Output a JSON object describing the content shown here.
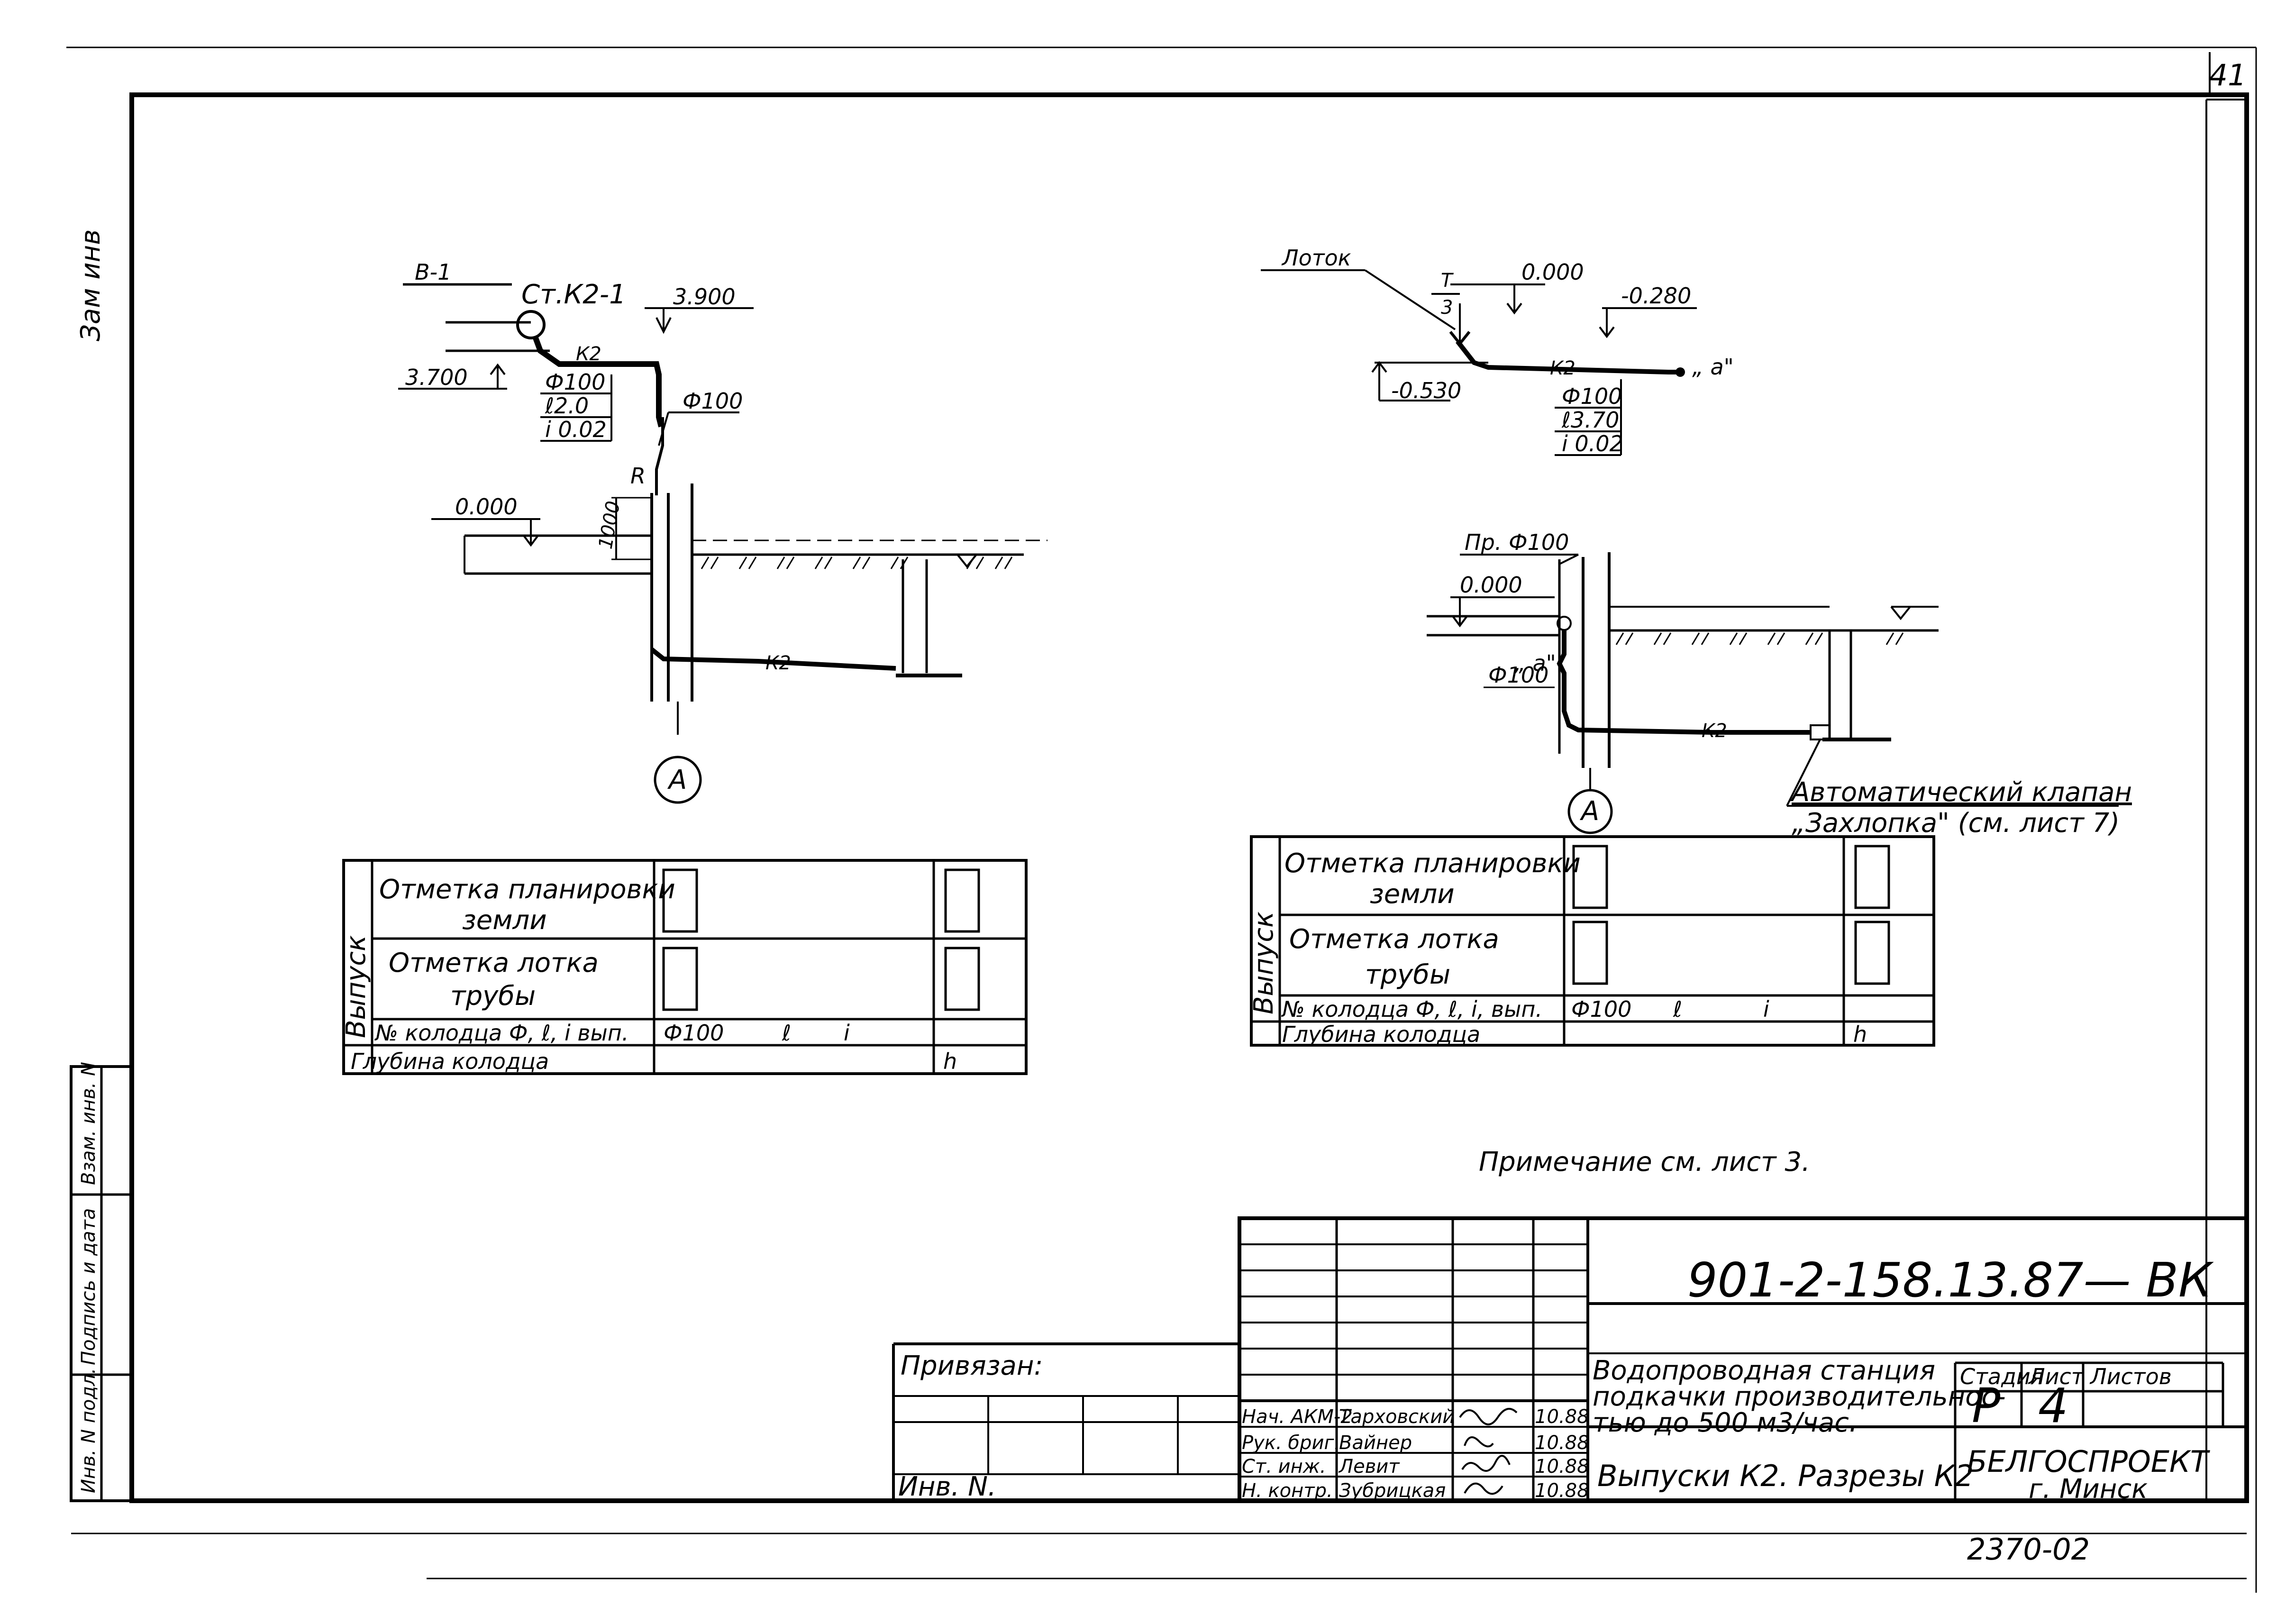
{
  "sheet": {
    "sheet_number": "41",
    "margin_note": "Зам инв"
  },
  "left_diagram": {
    "ref_line": "В-1",
    "riser_label": "Ст.К2-1",
    "elev_top": "3.900",
    "elev_bottom": "3.700",
    "pipe_code_k2_top": "К2",
    "spec_diameter": "Ф100",
    "spec_length": "ℓ2.0",
    "spec_slope": "i 0.02",
    "vertical_diameter": "Ф100",
    "revision_label": "R",
    "ground_elev": "0.000",
    "offset_dim": "1000",
    "pipe_code_k2_bottom": "К2",
    "axis_mark": "А"
  },
  "right_diagram": {
    "tray_label": "Лоток",
    "fraction_top": "Т",
    "fraction_bottom": "3",
    "elev_zero": "0.000",
    "elev_minus_280": "-0.280",
    "elev_minus_530": "-0.530",
    "pipe_code_k2": "К2",
    "point_a_label": "„ а\"",
    "spec_diameter": "Ф100",
    "spec_length": "ℓ3.70",
    "spec_slope": "i 0.02",
    "pr_diameter": "Пр. Ф100",
    "ground_elev": "0.000",
    "point_a_lower": "„ а\"",
    "lower_diameter": "Ф100",
    "pipe_code_k2_lower": "К2",
    "valve_note_line1": "Автоматический клапан",
    "valve_note_line2": "„Захлопка\" (см. лист 7)",
    "axis_mark": "А"
  },
  "left_table": {
    "side_label": "Выпуск",
    "row1_line1": "Отметка планировки",
    "row1_line2": "земли",
    "row2_line1": "Отметка лотка",
    "row2_line2": "трубы",
    "row3": "№ колодца Ф, ℓ, i вып.",
    "row3_d": "Ф100",
    "row3_l": "ℓ",
    "row3_i": "i",
    "row4": "Глубина колодца",
    "row4_h": "h"
  },
  "right_table": {
    "side_label": "Выпуск",
    "row1_line1": "Отметка планировки",
    "row1_line2": "земли",
    "row2_line1": "Отметка лотка",
    "row2_line2": "трубы",
    "row3": "№ колодца Ф, ℓ, i, вып.",
    "row3_d": "Ф100",
    "row3_l": "ℓ",
    "row3_i": "i",
    "row4": "Глубина колодца",
    "row4_h": "h"
  },
  "note": "Примечание см. лист 3.",
  "title_block": {
    "designation": "901-2-158.13.87— ВК",
    "project_line1": "Водопроводная станция",
    "project_line2": "подкачки производительнос-",
    "project_line3": "тью до 500 м3/час.",
    "drawing_title": "Выпуски К2. Разрезы К2",
    "stage_header": "Стадия",
    "sheet_header": "Лист",
    "sheets_header": "Листов",
    "stage_value": "Р",
    "sheet_value": "4",
    "organization": "БЕЛГОСПРОЕКТ",
    "city": "г. Минск",
    "linked_label": "Привязан:",
    "inv_label": "Инв. N.",
    "code_bottom": "2370-02",
    "signatures": [
      {
        "role": "Нач. АКМ-2",
        "name": "Тарховский",
        "date": "10.88"
      },
      {
        "role": "Рук. бриг.",
        "name": "Вайнер",
        "date": "10.88"
      },
      {
        "role": "Ст. инж.",
        "name": "Левит",
        "date": "10.88"
      },
      {
        "role": "Н. контр.",
        "name": "Зубрицкая",
        "date": "10.88"
      }
    ]
  },
  "left_strip": {
    "label_1": "Инв. N подл.",
    "label_2": "Подпись и дата",
    "label_3": "Взам. инв. N"
  }
}
